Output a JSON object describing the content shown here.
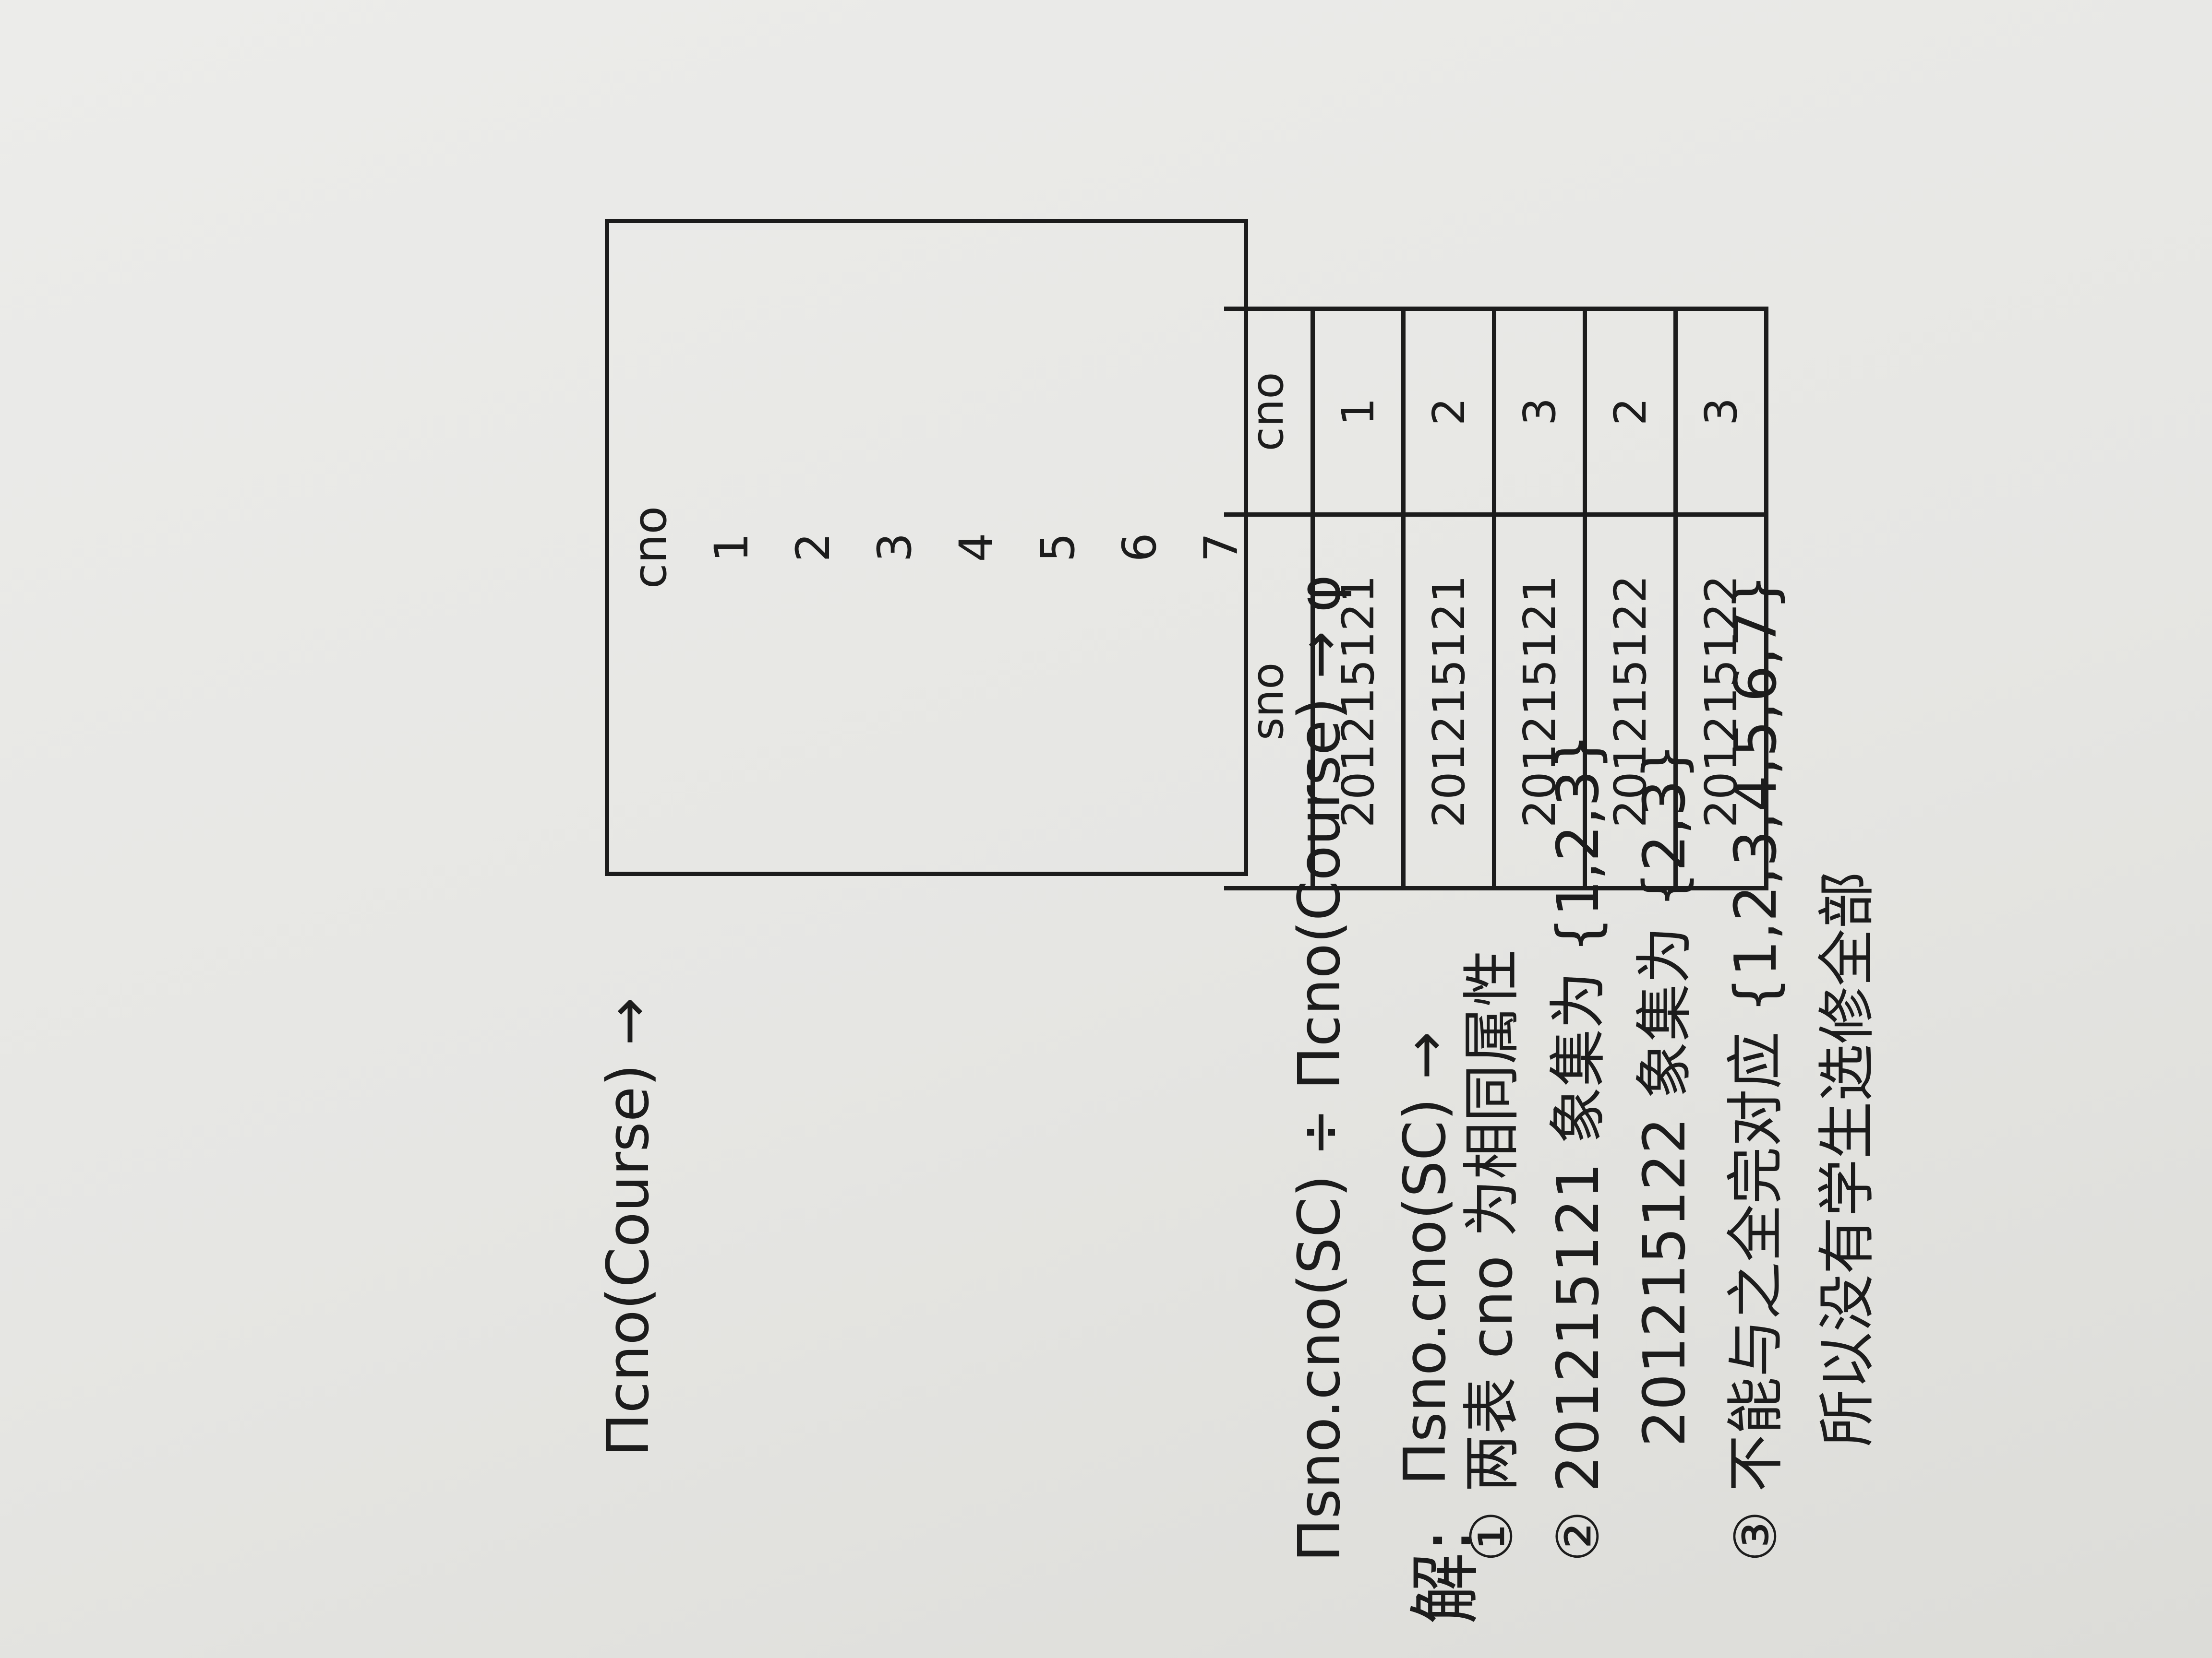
{
  "note": {
    "prefix": "解:",
    "expr1": "Πsno.cno(SC) →",
    "table": {
      "headers": [
        "sno",
        "cno"
      ],
      "rows": [
        [
          "201215121",
          "1"
        ],
        [
          "201215121",
          "2"
        ],
        [
          "201215121",
          "3"
        ],
        [
          "201215122",
          "2"
        ],
        [
          "201215122",
          "3"
        ]
      ]
    },
    "expr2": "Πcno(Course) →",
    "cno_box": {
      "header": "cno",
      "values": [
        "1",
        "2",
        "3",
        "4",
        "5",
        "6",
        "7"
      ]
    },
    "expr3": "Πsno.cno(SC) ÷ Πcno(Course) → φ",
    "steps": [
      "① 两表 cno 为相同属性",
      "② 201215121 象集为 {1,2,3}",
      "201215122 象集为 {2,3}",
      "③ 不能与之全完对应 {1,2,3,4,5,6,7}",
      "所以没有学生选修全部"
    ]
  }
}
